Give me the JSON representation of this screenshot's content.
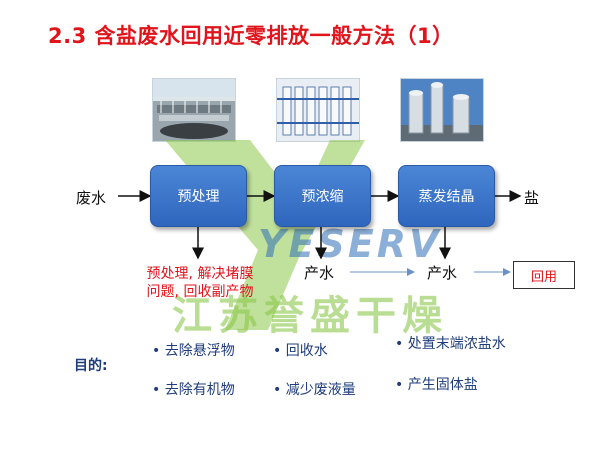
{
  "title": "2.3 含盐废水回用近零排放一般方法（1）",
  "flow": {
    "input": "废水",
    "steps": [
      "预处理",
      "预浓缩",
      "蒸发结晶"
    ],
    "output": "盐",
    "pretreat_note": "预处理, 解决堵膜问题, 回收副产物",
    "water1": "产水",
    "water2": "产水",
    "reuse": "回用"
  },
  "purpose_label": "目的:",
  "bullets": {
    "col1": [
      "• 去除悬浮物",
      "• 去除有机物"
    ],
    "col2": [
      "• 回收水",
      "• 减少废液量"
    ],
    "col3": [
      "• 处置末端浓盐水",
      "• 产生固体盐"
    ]
  },
  "watermark": {
    "brand": "YESERV",
    "company": "江苏誉盛干燥"
  },
  "colors": {
    "title_red": "#e0141b",
    "box_blue": "#3a73c9",
    "text_navy": "#1f3d7a",
    "watermark_green": "#8cc84b"
  }
}
